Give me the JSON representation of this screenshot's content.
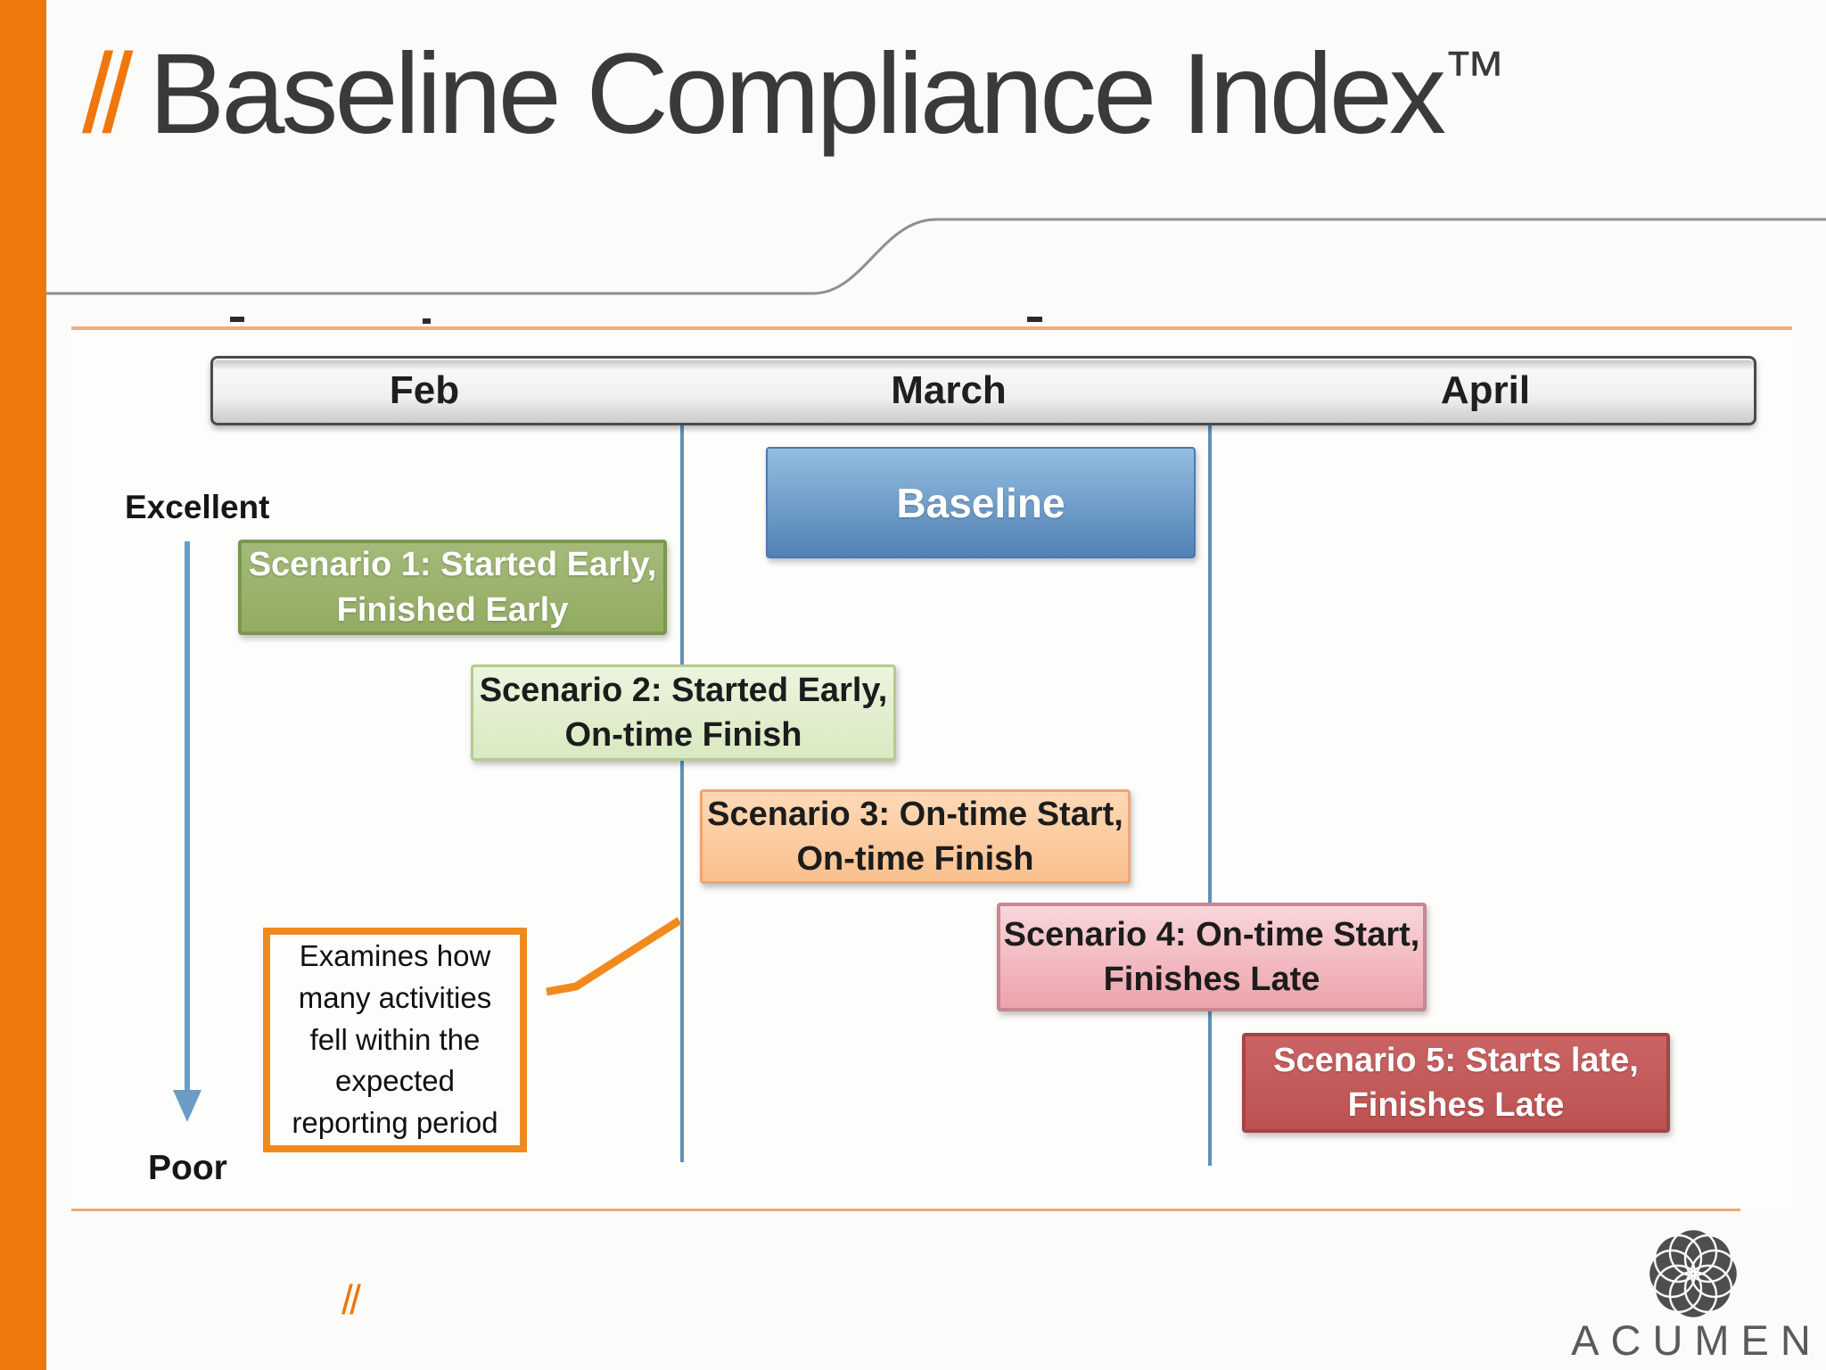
{
  "slide": {
    "title_slashes": "//",
    "title": "Baseline Compliance Index",
    "trademark": "™",
    "footer_slashes": "//",
    "brand": "ACUMEN",
    "accent_orange": "#F0770B"
  },
  "diagram": {
    "months": [
      "Feb",
      "March",
      "April"
    ],
    "axis": {
      "top": "Excellent",
      "bottom": "Poor"
    },
    "baseline": {
      "label": "Baseline",
      "fill_top": "#93BDE0",
      "fill_bottom": "#5182B5",
      "border": "#4A7AB0",
      "text_color": "#FFFFFF"
    },
    "scenarios": [
      {
        "line1": "Scenario 1: Started Early,",
        "line2": "Finished Early",
        "fill_top": "#A3BA79",
        "fill_bottom": "#93AC63",
        "border": "#7C974C",
        "text_color": "#FFFFFF"
      },
      {
        "line1": "Scenario 2: Started Early,",
        "line2": "On-time Finish",
        "fill_top": "#ECF4DE",
        "fill_bottom": "#D9E9C0",
        "border": "#B4CB8D",
        "text_color": "#1C1C1C"
      },
      {
        "line1": "Scenario 3: On-time Start,",
        "line2": "On-time Finish",
        "fill_top": "#FDD9B6",
        "fill_bottom": "#FAC08D",
        "border": "#ECA672",
        "text_color": "#1C1C1C"
      },
      {
        "line1": "Scenario 4: On-time Start,",
        "line2": "Finishes Late",
        "fill_top": "#F8D6DA",
        "fill_bottom": "#EDA3AB",
        "border": "#C98691",
        "text_color": "#1C1C1C"
      },
      {
        "line1": "Scenario 5: Starts late,",
        "line2": "Finishes Late",
        "fill_top": "#CA6464",
        "fill_bottom": "#BC5252",
        "border": "#A34545",
        "text_color": "#FFFFFF"
      }
    ],
    "callout": {
      "text": "Examines how many activities fell within the expected reporting period",
      "border": "#F18A1D"
    }
  }
}
